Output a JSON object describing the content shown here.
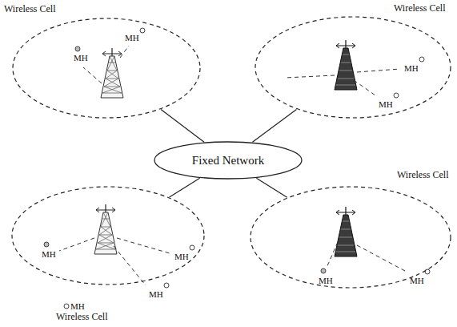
{
  "diagram": {
    "nodes": [
      {
        "text": [
          "Wireless Cell"
        ]
      },
      {
        "text": [
          "Wireless Cell"
        ]
      },
      {
        "text": [
          "Fixed Network"
        ]
      },
      {
        "text": [
          "Wireless Cell"
        ]
      },
      {
        "text": [
          "Wireless Cell"
        ]
      }
    ],
    "edges": [
      {
        "from": 0,
        "to": 2,
        "arrow": "none"
      },
      {
        "from": 1,
        "to": 2,
        "arrow": "none"
      },
      {
        "from": 3,
        "to": 2,
        "arrow": "none"
      },
      {
        "from": 4,
        "to": 2,
        "arrow": "none"
      }
    ],
    "labels": [
      "MH",
      "MH",
      "MH",
      "MH",
      "MH",
      "MH",
      "MH",
      "MH",
      "MH",
      "MH"
    ]
  }
}
